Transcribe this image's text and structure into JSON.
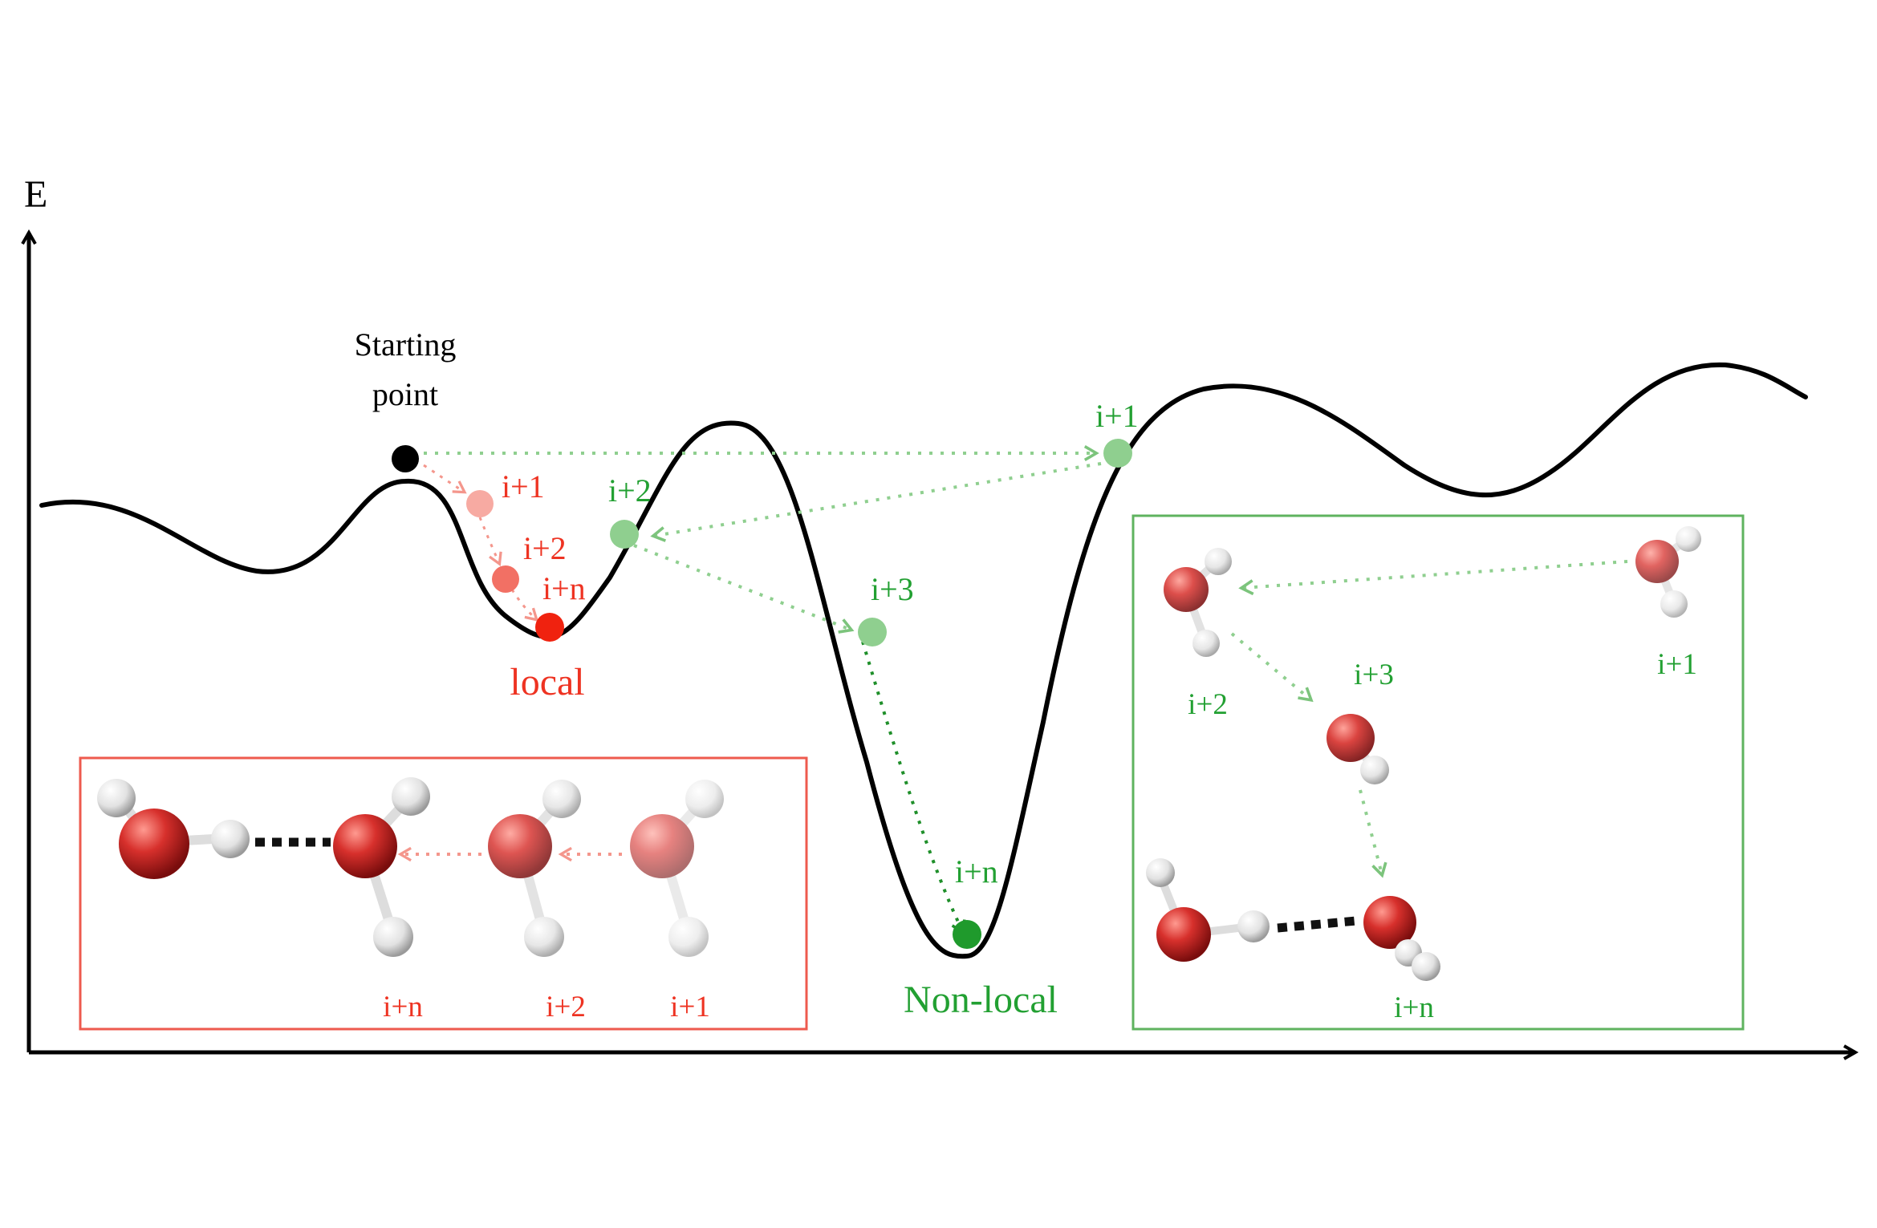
{
  "axis": {
    "y_label": "E"
  },
  "start": {
    "label_line1": "Starting",
    "label_line2": "point"
  },
  "local": {
    "title": "local",
    "steps": [
      "i+1",
      "i+2",
      "i+n"
    ],
    "inset_labels": [
      "i+n",
      "i+2",
      "i+1"
    ]
  },
  "nonlocal": {
    "title": "Non-local",
    "steps": [
      "i+1",
      "i+2",
      "i+3",
      "i+n"
    ],
    "inset_labels": [
      "i+1",
      "i+2",
      "i+3",
      "i+n"
    ]
  },
  "colors": {
    "curve": "#000000",
    "local": "#ee3322",
    "local_light": "#f7a39a",
    "nonlocal": "#22a032",
    "nonlocal_light": "#8fcf8f",
    "oxygen": "#c8282a",
    "hydrogen": "#e8e8e8"
  }
}
